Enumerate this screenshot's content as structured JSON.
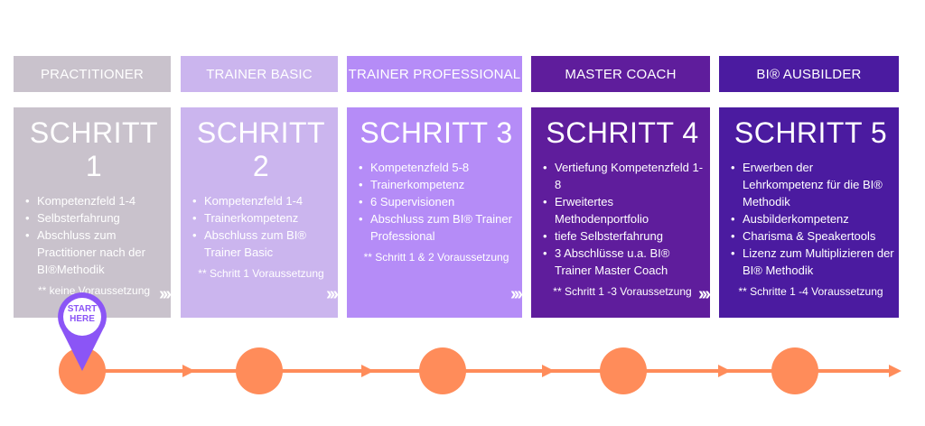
{
  "columns": [
    {
      "title": "PRACTITIONER",
      "step": "SCHRITT 1",
      "items": [
        "Kompetenzfeld 1-4",
        "Selbsterfahrung",
        "Abschluss zum Practitioner nach der BI®Methodik"
      ],
      "note": "** keine Voraussetzung",
      "chevron": "›››"
    },
    {
      "title": "TRAINER BASIC",
      "step": "SCHRITT 2",
      "items": [
        "Kompetenzfeld 1-4",
        "Trainerkompetenz",
        "Abschluss zum BI® Trainer Basic"
      ],
      "note": "** Schritt 1 Voraussetzung",
      "chevron": "›››"
    },
    {
      "title": "TRAINER PROFESSIONAL",
      "step": "SCHRITT 3",
      "items": [
        "Kompetenzfeld 5-8",
        "Trainerkompetenz",
        "6 Supervisionen",
        "Abschluss zum BI® Trainer Professional"
      ],
      "note": "** Schritt 1 & 2 Voraussetzung",
      "chevron": "›››"
    },
    {
      "title": "MASTER COACH",
      "step": "SCHRITT 4",
      "items": [
        "Vertiefung Kompetenzfeld 1-8",
        "Erweitertes Methodenportfolio",
        "tiefe Selbsterfahrung",
        "3 Abschlüsse u.a. BI® Trainer Master Coach"
      ],
      "note": "** Schritt 1 -3 Voraussetzung",
      "chevron": "›››"
    },
    {
      "title": "BI® AUSBILDER",
      "step": "SCHRITT 5",
      "items": [
        "Erwerben der Lehrkompetenz für die BI® Methodik",
        "Ausbilderkompetenz",
        "Charisma & Speakertools",
        "Lizenz zum Multiplizieren der BI® Methodik"
      ],
      "note": "** Schritte 1 -4 Voraussetzung"
    }
  ],
  "start_pin": {
    "line1": "START",
    "line2": "HERE"
  },
  "colors": {
    "timeline": "#ff8c5a",
    "pin": "#8b55f6"
  }
}
